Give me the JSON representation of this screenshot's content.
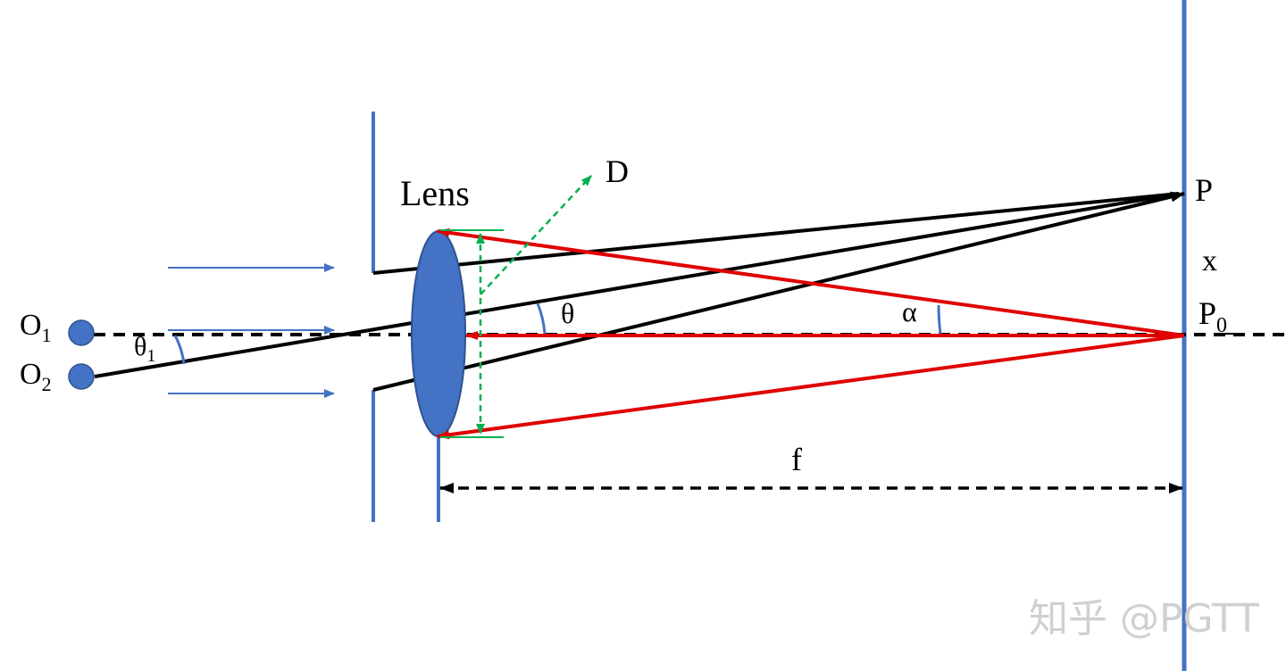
{
  "labels": {
    "lens": "Lens",
    "d": "D",
    "p": "P",
    "x": "x",
    "p0_base": "P",
    "p0_sub": "0",
    "o1_base": "O",
    "o1_sub": "1",
    "o2_base": "O",
    "o2_sub": "2",
    "theta1_base": "θ",
    "theta1_sub": "1",
    "theta": "θ",
    "alpha": "α",
    "f": "f"
  },
  "watermark": "知乎 @PGTT",
  "colors": {
    "blue": "#4472c4",
    "lens_fill": "#4472c4",
    "lens_stroke": "#2f528f",
    "red": "#e00000",
    "green": "#00b050",
    "black": "#000000"
  }
}
